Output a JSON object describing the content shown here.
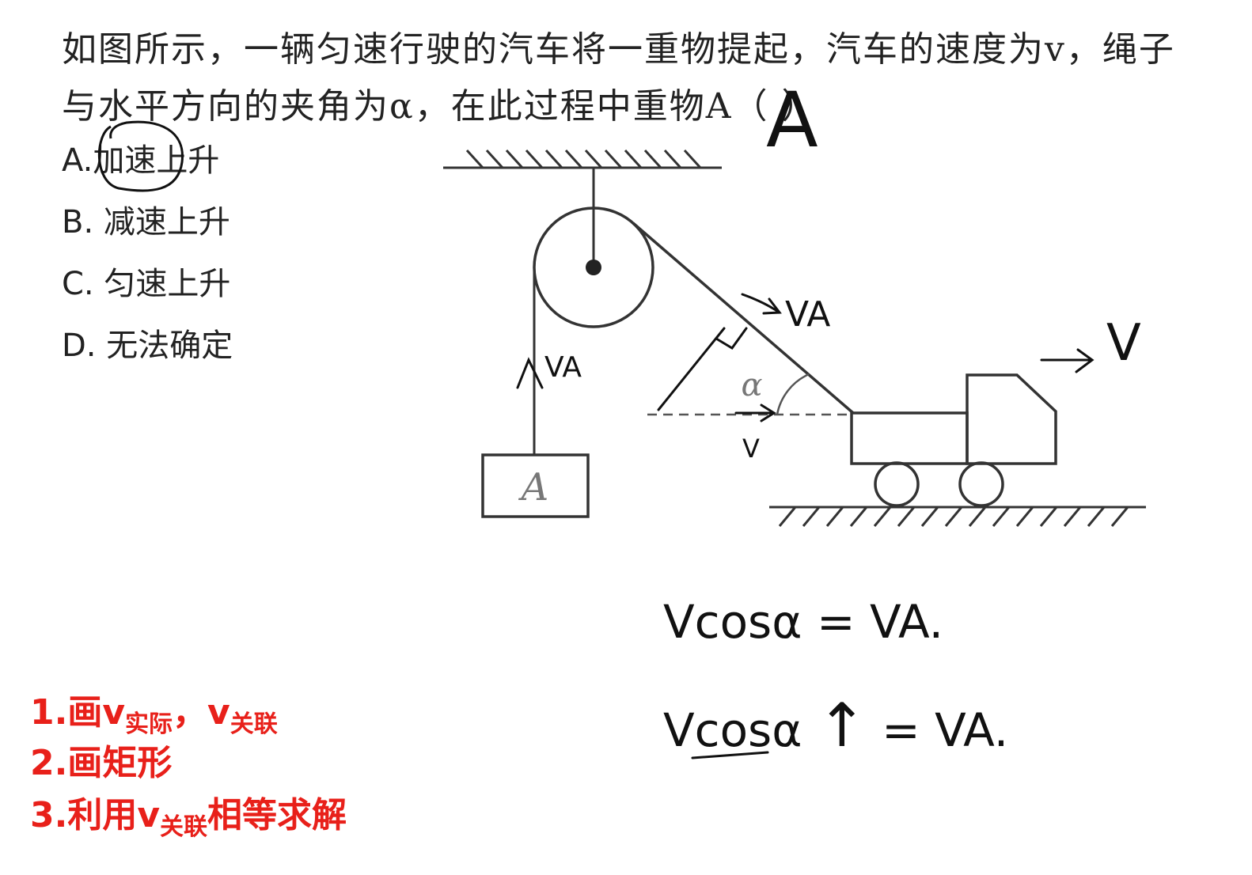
{
  "question": {
    "line1": "如图所示，一辆匀速行驶的汽车将一重物提起，汽车的速度为v，绳子",
    "line2": "与水平方向的夹角为α，在此过程中重物A（ ）",
    "handwritten_answer": "A"
  },
  "options": [
    {
      "letter": "A.",
      "text": "加速上升"
    },
    {
      "letter": "B.",
      "text": "减速上升"
    },
    {
      "letter": "C.",
      "text": "匀速上升"
    },
    {
      "letter": "D.",
      "text": "无法确定"
    }
  ],
  "diagram": {
    "block_label": "A",
    "angle_label": "α",
    "va_left": "VA",
    "va_rope": "VA",
    "v_truck": "V",
    "v_small": "V"
  },
  "steps": {
    "s1_prefix": "1.画v",
    "s1_sub1": "实际",
    "s1_mid": "，v",
    "s1_sub2": "关联",
    "s2": "2.画矩形",
    "s3_prefix": "3.利用v",
    "s3_sub": "关联",
    "s3_suffix": "相等求解"
  },
  "equations": {
    "eq1": "Vcosα = VA.",
    "eq2_left": "Vcosα",
    "eq2_arrow": "↑",
    "eq2_right": "= VA."
  }
}
